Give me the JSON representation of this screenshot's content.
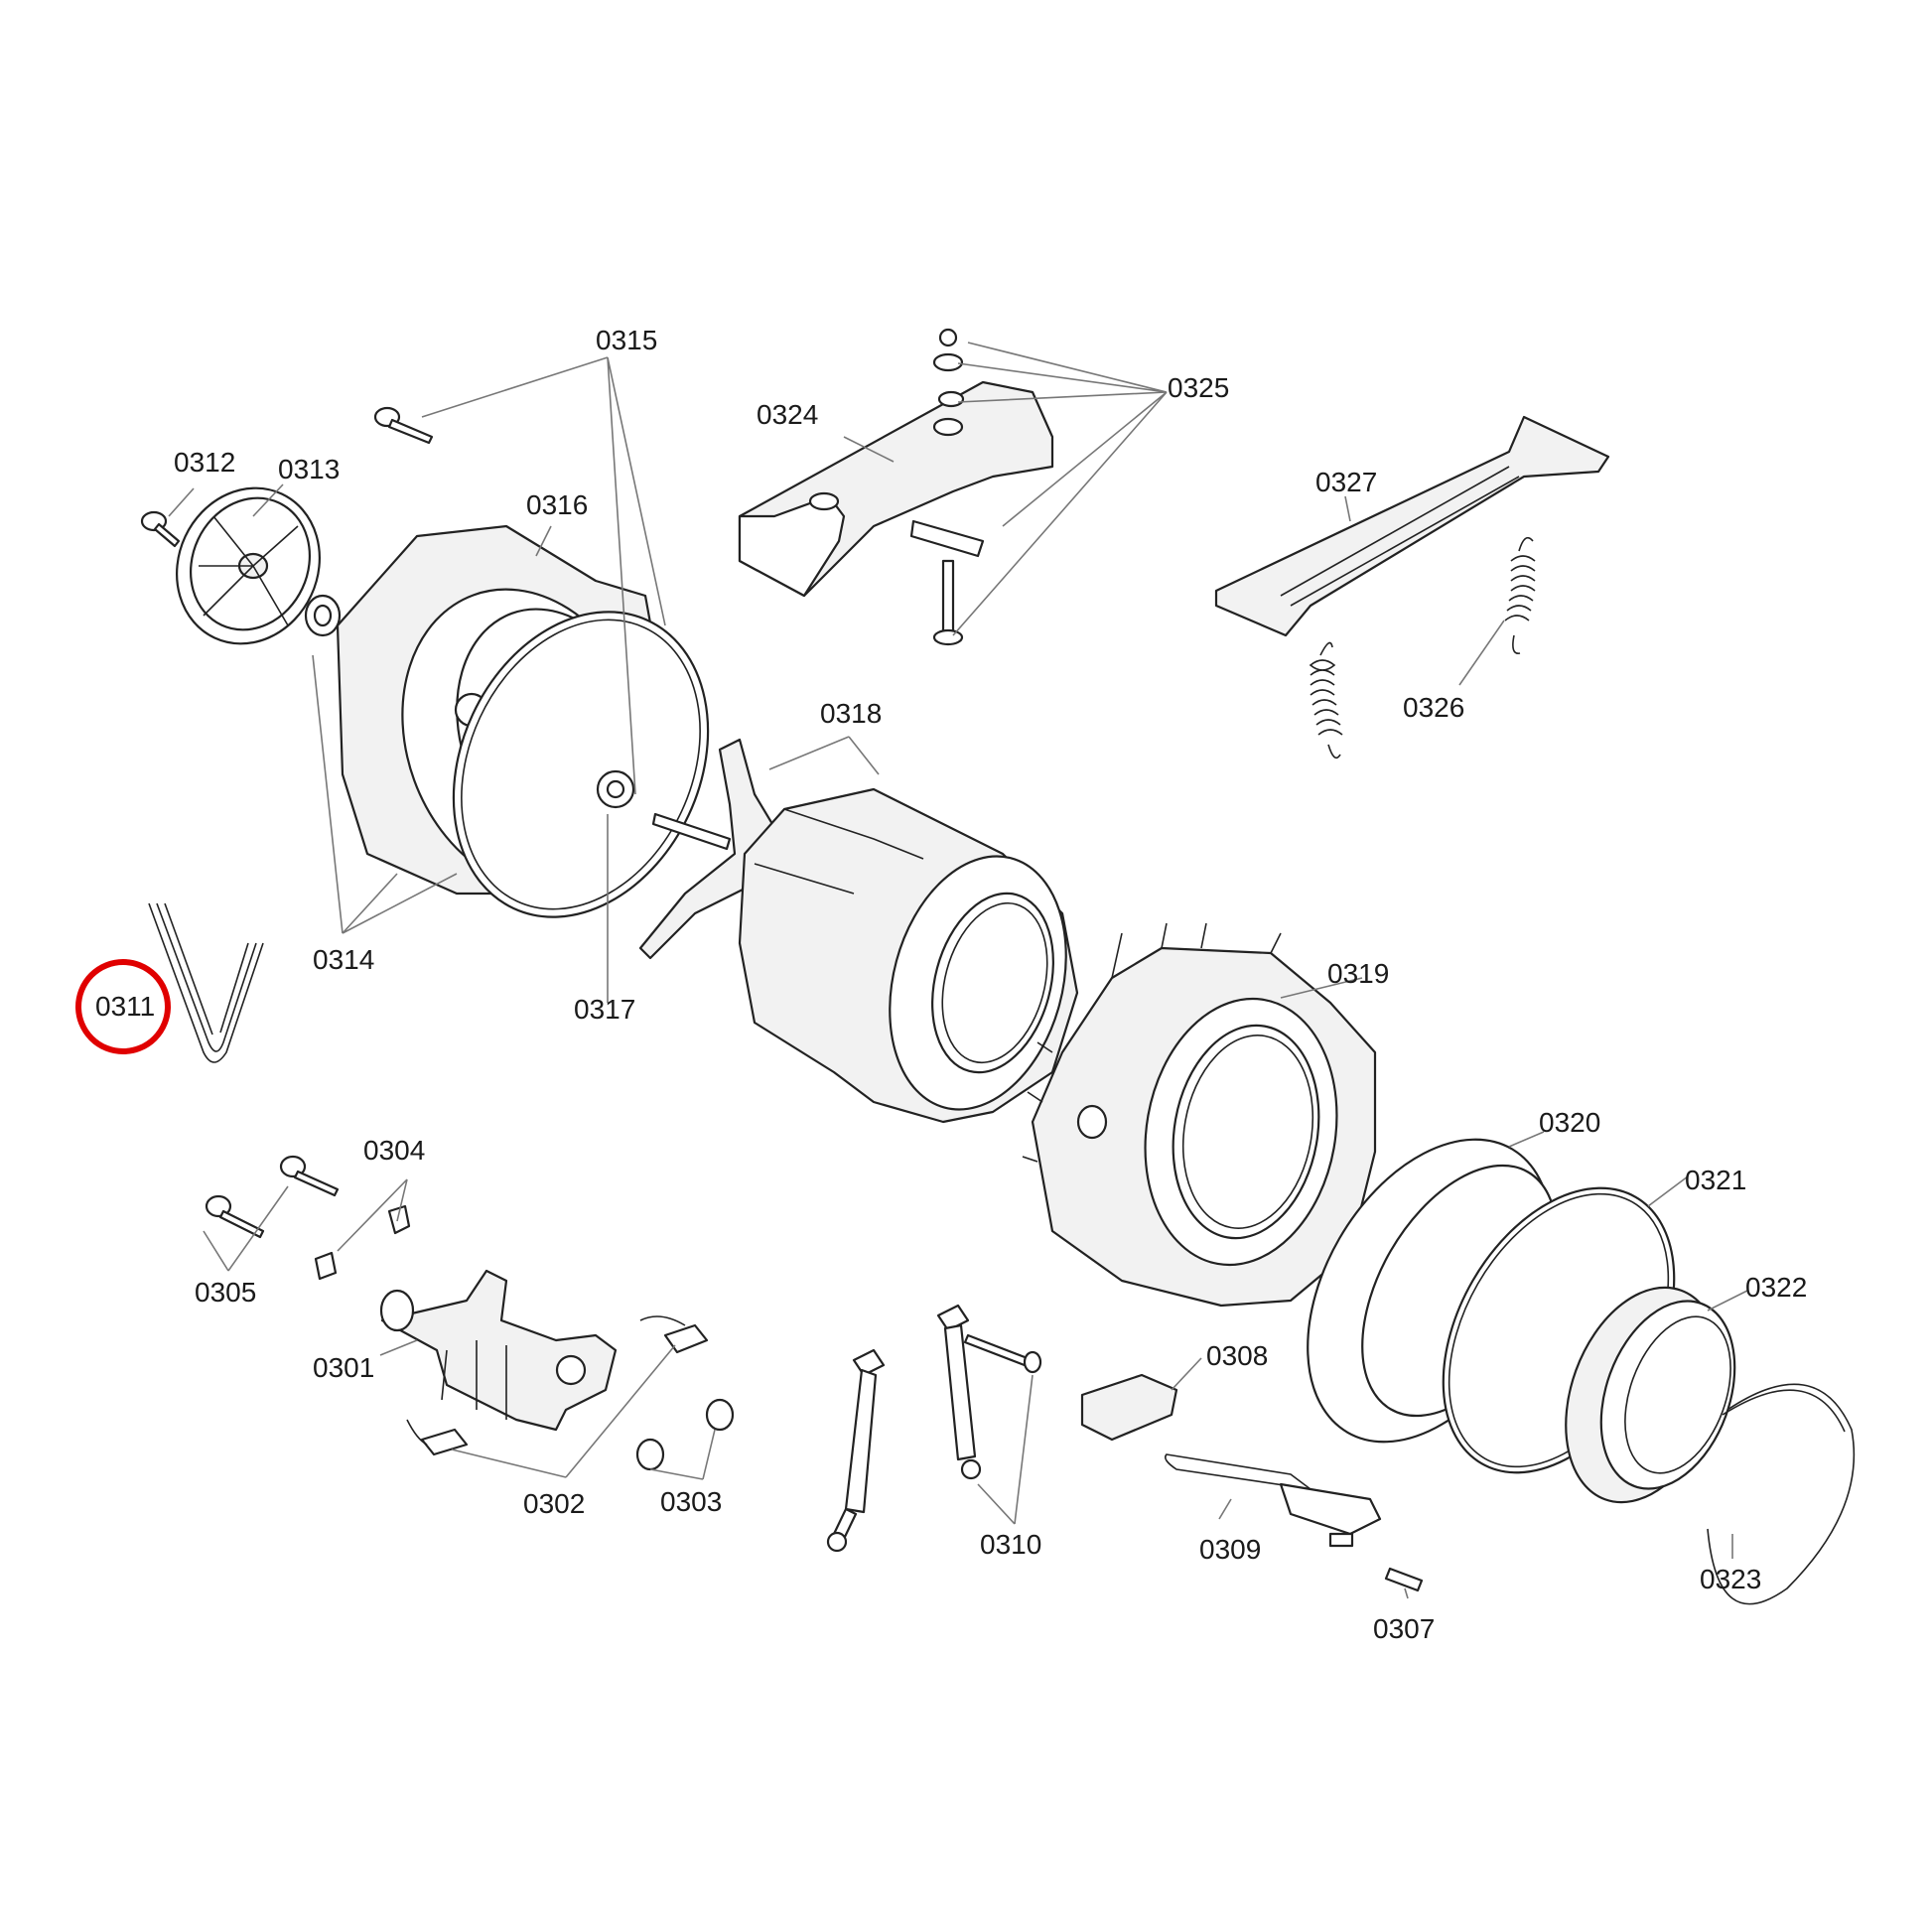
{
  "diagram": {
    "highlight_color": "#e00000",
    "highlighted_part": "0311",
    "labels": {
      "p0301": "0301",
      "p0302": "0302",
      "p0303": "0303",
      "p0304": "0304",
      "p0305": "0305",
      "p0307": "0307",
      "p0308": "0308",
      "p0309": "0309",
      "p0310": "0310",
      "p0311": "0311",
      "p0312": "0312",
      "p0313": "0313",
      "p0314": "0314",
      "p0315": "0315",
      "p0316": "0316",
      "p0317": "0317",
      "p0318": "0318",
      "p0319": "0319",
      "p0320": "0320",
      "p0321": "0321",
      "p0322": "0322",
      "p0323": "0323",
      "p0324": "0324",
      "p0325": "0325",
      "p0326": "0326",
      "p0327": "0327"
    }
  }
}
